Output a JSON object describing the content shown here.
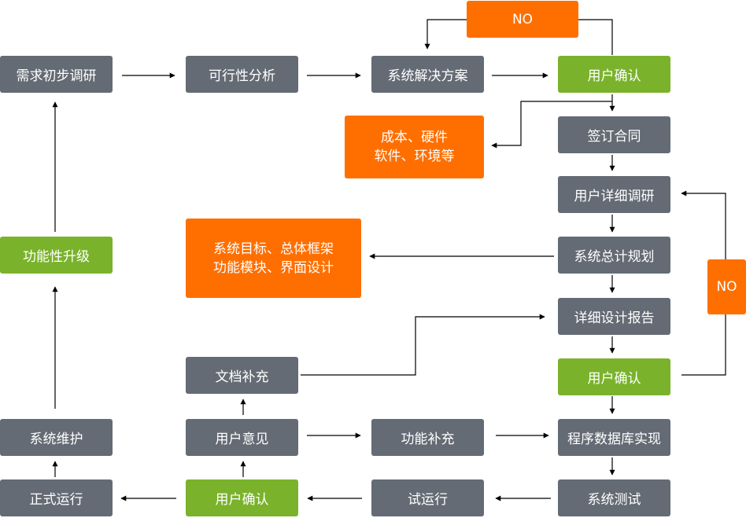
{
  "nodes": {
    "demand_research": "需求初步调研",
    "feasibility": "可行性分析",
    "solution": "系统解决方案",
    "user_confirm_1": "用户确认",
    "no_top": "NO",
    "sign_contract": "签订合同",
    "cost_note": [
      "成本、硬件",
      "软件、环境等"
    ],
    "detailed_research": "用户详细调研",
    "overall_plan": "系统总计规划",
    "plan_note": [
      "系统目标、总体框架",
      "功能模块、界面设计"
    ],
    "no_right": "NO",
    "design_report": "详细设计报告",
    "user_confirm_2": "用户确认",
    "doc_supplement": "文档补充",
    "upgrade": "功能性升级",
    "maintenance": "系统维护",
    "user_feedback": "用户意见",
    "func_supplement": "功能补充",
    "implementation": "程序数据库实现",
    "go_live": "正式运行",
    "user_confirm_3": "用户确认",
    "trial_run": "试运行",
    "system_test": "系统测试"
  },
  "colors": {
    "process": "#646b74",
    "confirm": "#7ab32b",
    "note": "#ff6f00",
    "line": "#000000"
  }
}
